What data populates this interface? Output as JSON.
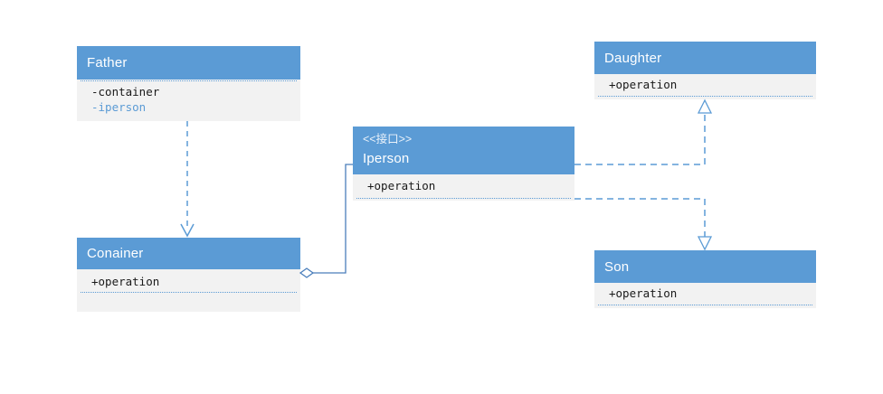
{
  "diagram": {
    "type": "uml-class-diagram",
    "background": "#ffffff",
    "header_color": "#5b9bd5",
    "body_color": "#f2f2f2",
    "line_color": "#5b9bd5",
    "link_color": "#4a7ebb"
  },
  "classes": [
    {
      "id": "father",
      "name": "Father",
      "stereotype": "",
      "members": [
        {
          "text": "-container",
          "style": "dark"
        },
        {
          "text": "-iperson",
          "style": "blue"
        }
      ],
      "separator": "top"
    },
    {
      "id": "conainer",
      "name": "Conainer",
      "stereotype": "",
      "members": [
        {
          "text": "+operation",
          "style": "dark"
        }
      ],
      "separator": "under-member"
    },
    {
      "id": "iperson",
      "name": "Iperson",
      "stereotype": "<<接口>>",
      "members": [
        {
          "text": "+operation",
          "style": "dark"
        }
      ],
      "separator": "under-member"
    },
    {
      "id": "daughter",
      "name": "Daughter",
      "stereotype": "",
      "members": [
        {
          "text": "+operation",
          "style": "dark"
        }
      ],
      "separator": "under-member"
    },
    {
      "id": "son",
      "name": "Son",
      "stereotype": "",
      "members": [
        {
          "text": "+operation",
          "style": "dark"
        }
      ],
      "separator": "under-member"
    }
  ],
  "relations": [
    {
      "id": "father-to-conainer",
      "kind": "dependency",
      "from": "father",
      "to": "conainer",
      "line": "dashed",
      "arrow": "open-arrow",
      "label": ""
    },
    {
      "id": "conainer-to-iperson",
      "kind": "aggregation",
      "from": "conainer",
      "to": "iperson",
      "line": "solid",
      "arrow": "hollow-diamond",
      "label": ""
    },
    {
      "id": "daughter-realizes-iperson",
      "kind": "realization",
      "from": "daughter",
      "to": "iperson",
      "line": "dashed",
      "arrow": "hollow-triangle",
      "label": ""
    },
    {
      "id": "son-realizes-iperson",
      "kind": "realization",
      "from": "son",
      "to": "iperson",
      "line": "dashed",
      "arrow": "hollow-triangle",
      "label": ""
    }
  ]
}
